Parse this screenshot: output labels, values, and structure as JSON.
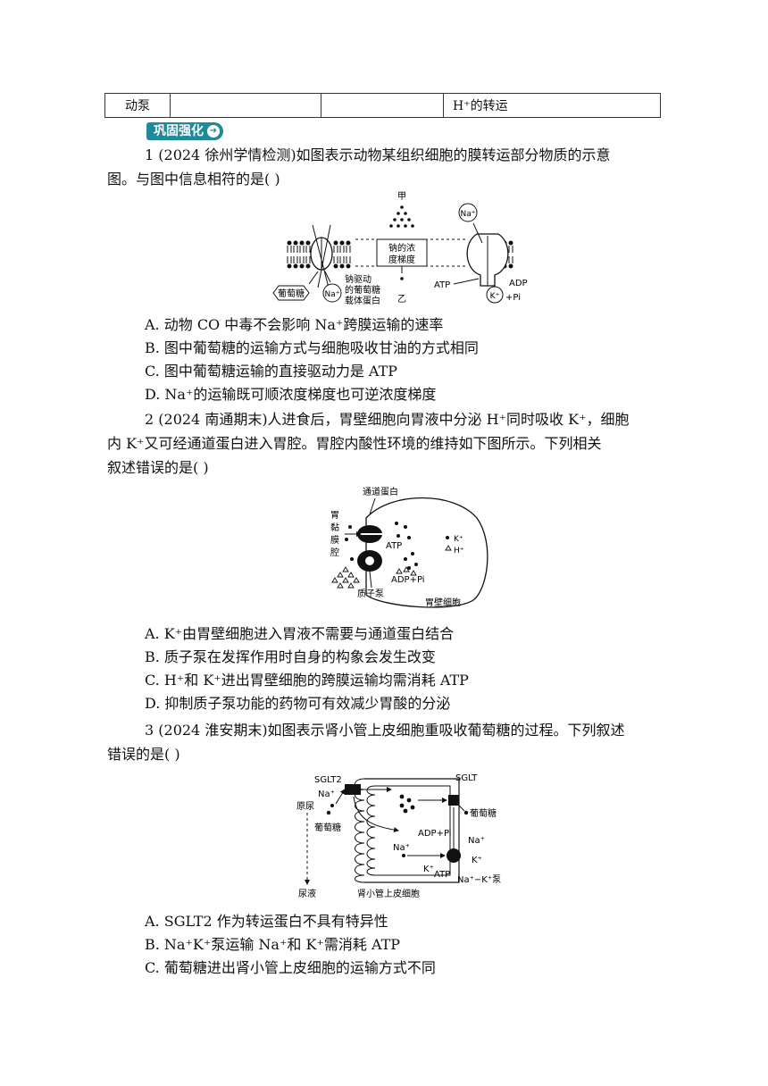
{
  "table_row": {
    "c1": "动泵",
    "c2": "",
    "c3": "",
    "c4": "H⁺的转运"
  },
  "section_title": "巩固强化",
  "q1": {
    "stem_l1": "1 (2024 徐州学情检测)如图表示动物某组织细胞的膜转运部分物质的示意",
    "stem_l2": "图。与图中信息相符的是(        )",
    "fig": {
      "jia": "甲",
      "na_top": "Na⁺",
      "grad1": "钠的浓",
      "grad2": "度梯度",
      "yi": "乙",
      "glucose": "葡萄糖",
      "na": "Na⁺",
      "carrier1": "钠驱动",
      "carrier2": "的葡萄糖",
      "carrier3": "载体蛋白",
      "atp": "ATP",
      "adp": "ADP",
      "kpi": "K⁺",
      "pi": "+Pi"
    },
    "options": [
      "A.  动物 CO 中毒不会影响 Na⁺跨膜运输的速率",
      "B.  图中葡萄糖的运输方式与细胞吸收甘油的方式相同",
      "C.  图中葡萄糖运输的直接驱动力是 ATP",
      "D. Na⁺的运输既可顺浓度梯度也可逆浓度梯度"
    ]
  },
  "q2": {
    "stem_l1": "2 (2024 南通期末)人进食后，胃壁细胞向胃液中分泌 H⁺同时吸收 K⁺，细胞",
    "stem_l2": "内 K⁺又可经通道蛋白进入胃腔。胃腔内酸性环境的维持如下图所示。下列相关",
    "stem_l3": "叙述错误的是(        )",
    "fig": {
      "channel": "通道蛋白",
      "lumen1": "胃",
      "lumen2": "黏",
      "lumen3": "膜",
      "lumen4": "腔",
      "atp": "ATP",
      "adp": "ADP+Pi",
      "pump": "质子泵",
      "cell": "胃壁细胞",
      "k": "K⁺",
      "h": "H⁺"
    },
    "options": [
      "A. K⁺由胃壁细胞进入胃液不需要与通道蛋白结合",
      "B.  质子泵在发挥作用时自身的构象会发生改变",
      "C. H⁺和 K⁺进出胃壁细胞的跨膜运输均需消耗 ATP",
      "D.  抑制质子泵功能的药物可有效减少胃酸的分泌"
    ]
  },
  "q3": {
    "stem_l1": "3 (2024 淮安期末)如图表示肾小管上皮细胞重吸收葡萄糖的过程。下列叙述",
    "stem_l2": "错误的是(        )",
    "fig": {
      "sglt2": "SGLT2",
      "sglt": "SGLT",
      "na1": "Na⁺",
      "urine_orig": "原尿",
      "glucose_l": "葡萄糖",
      "glucose_r": "葡萄糖",
      "adp": "ADP+Pi",
      "na2": "Na⁺",
      "na3": "Na⁺",
      "k1": "K⁺",
      "k2": "K⁺",
      "atp": "ATP",
      "pump": "Na⁺−K⁺泵",
      "urine": "尿液",
      "cell": "肾小管上皮细胞"
    },
    "options": [
      "A. SGLT2 作为转运蛋白不具有特异性",
      "B. Na⁺K⁺泵运输 Na⁺和 K⁺需消耗 ATP",
      "C.  葡萄糖进出肾小管上皮细胞的运输方式不同"
    ]
  }
}
